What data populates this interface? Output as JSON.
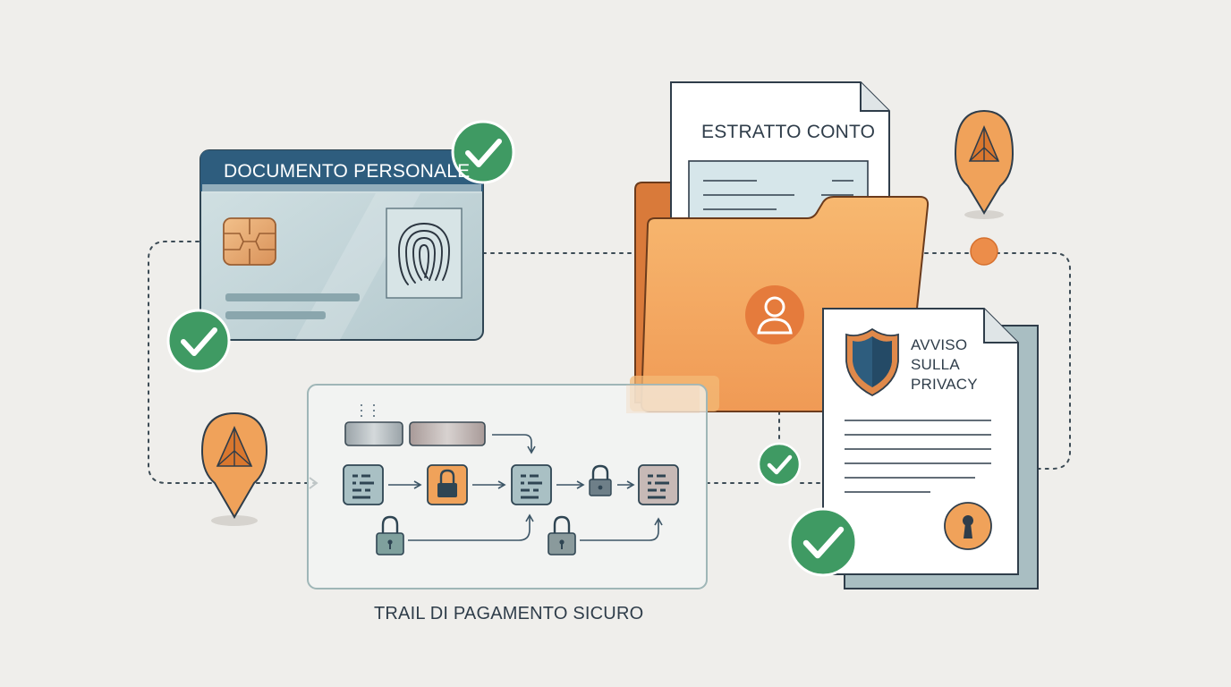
{
  "id_card": {
    "title": "DOCUMENTO PERSONALE",
    "status": "verified"
  },
  "bank_statement": {
    "title": "ESTRATTO CONTO"
  },
  "privacy_notice": {
    "title_lines": [
      "AVVISO",
      "SULLA",
      "PRIVACY"
    ],
    "status": "verified"
  },
  "payment_trail": {
    "caption": "TRAIL DI PAGAMENTO SICURO"
  },
  "colors": {
    "background": "#efeeeb",
    "navy": "#2e5d7e",
    "card_body": "#c9dade",
    "orange": "#f0a25a",
    "orange_dark": "#d9772e",
    "green": "#3f9a63",
    "slate_teal": "#8fa8ad",
    "text": "#2f3d4a"
  },
  "icons": [
    "check-icon",
    "warning-pin-icon",
    "fingerprint-icon",
    "chip-icon",
    "lock-icon",
    "user-icon",
    "shield-icon",
    "keyhole-icon",
    "encrypted-block-icon"
  ]
}
